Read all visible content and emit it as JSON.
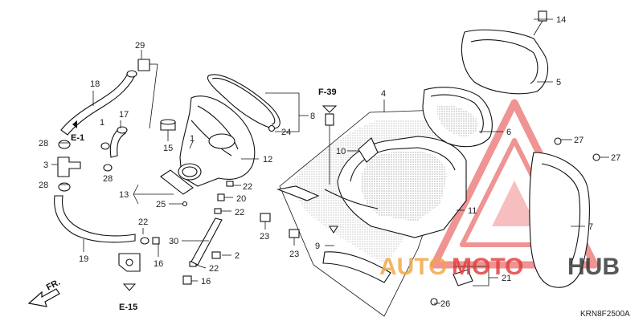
{
  "diagram": {
    "code": "KRN8F2500A",
    "front_label": "FR.",
    "refs": [
      "E-1",
      "F-39",
      "E-15"
    ],
    "parts": [
      {
        "key": "p1a",
        "text": "1"
      },
      {
        "key": "p1b",
        "text": "1"
      },
      {
        "key": "p2",
        "text": "2"
      },
      {
        "key": "p3",
        "text": "3"
      },
      {
        "key": "p4",
        "text": "4"
      },
      {
        "key": "p5",
        "text": "5"
      },
      {
        "key": "p6",
        "text": "6"
      },
      {
        "key": "p7",
        "text": "7"
      },
      {
        "key": "p8",
        "text": "8"
      },
      {
        "key": "p9",
        "text": "9"
      },
      {
        "key": "p10",
        "text": "10"
      },
      {
        "key": "p11",
        "text": "11"
      },
      {
        "key": "p12",
        "text": "12"
      },
      {
        "key": "p13",
        "text": "13"
      },
      {
        "key": "p14",
        "text": "14"
      },
      {
        "key": "p15",
        "text": "15"
      },
      {
        "key": "p16a",
        "text": "16"
      },
      {
        "key": "p16b",
        "text": "16"
      },
      {
        "key": "p17",
        "text": "17"
      },
      {
        "key": "p18",
        "text": "18"
      },
      {
        "key": "p19",
        "text": "19"
      },
      {
        "key": "p20",
        "text": "20"
      },
      {
        "key": "p21",
        "text": "21"
      },
      {
        "key": "p22a",
        "text": "22"
      },
      {
        "key": "p22b",
        "text": "22"
      },
      {
        "key": "p22c",
        "text": "22"
      },
      {
        "key": "p22d",
        "text": "22"
      },
      {
        "key": "p23a",
        "text": "23"
      },
      {
        "key": "p23b",
        "text": "23"
      },
      {
        "key": "p24",
        "text": "24"
      },
      {
        "key": "p25",
        "text": "25"
      },
      {
        "key": "p26",
        "text": "26"
      },
      {
        "key": "p27a",
        "text": "27"
      },
      {
        "key": "p27b",
        "text": "27"
      },
      {
        "key": "p28a",
        "text": "28"
      },
      {
        "key": "p28b",
        "text": "28"
      },
      {
        "key": "p28c",
        "text": "28"
      },
      {
        "key": "p29",
        "text": "29"
      },
      {
        "key": "p30",
        "text": "30"
      }
    ]
  },
  "watermark": {
    "text_a": "AUTO",
    "text_b": "MOTO",
    "text_c": "HUB",
    "color_red": "#e33b3b",
    "color_orange": "#f2a541",
    "color_dark": "#333333"
  }
}
